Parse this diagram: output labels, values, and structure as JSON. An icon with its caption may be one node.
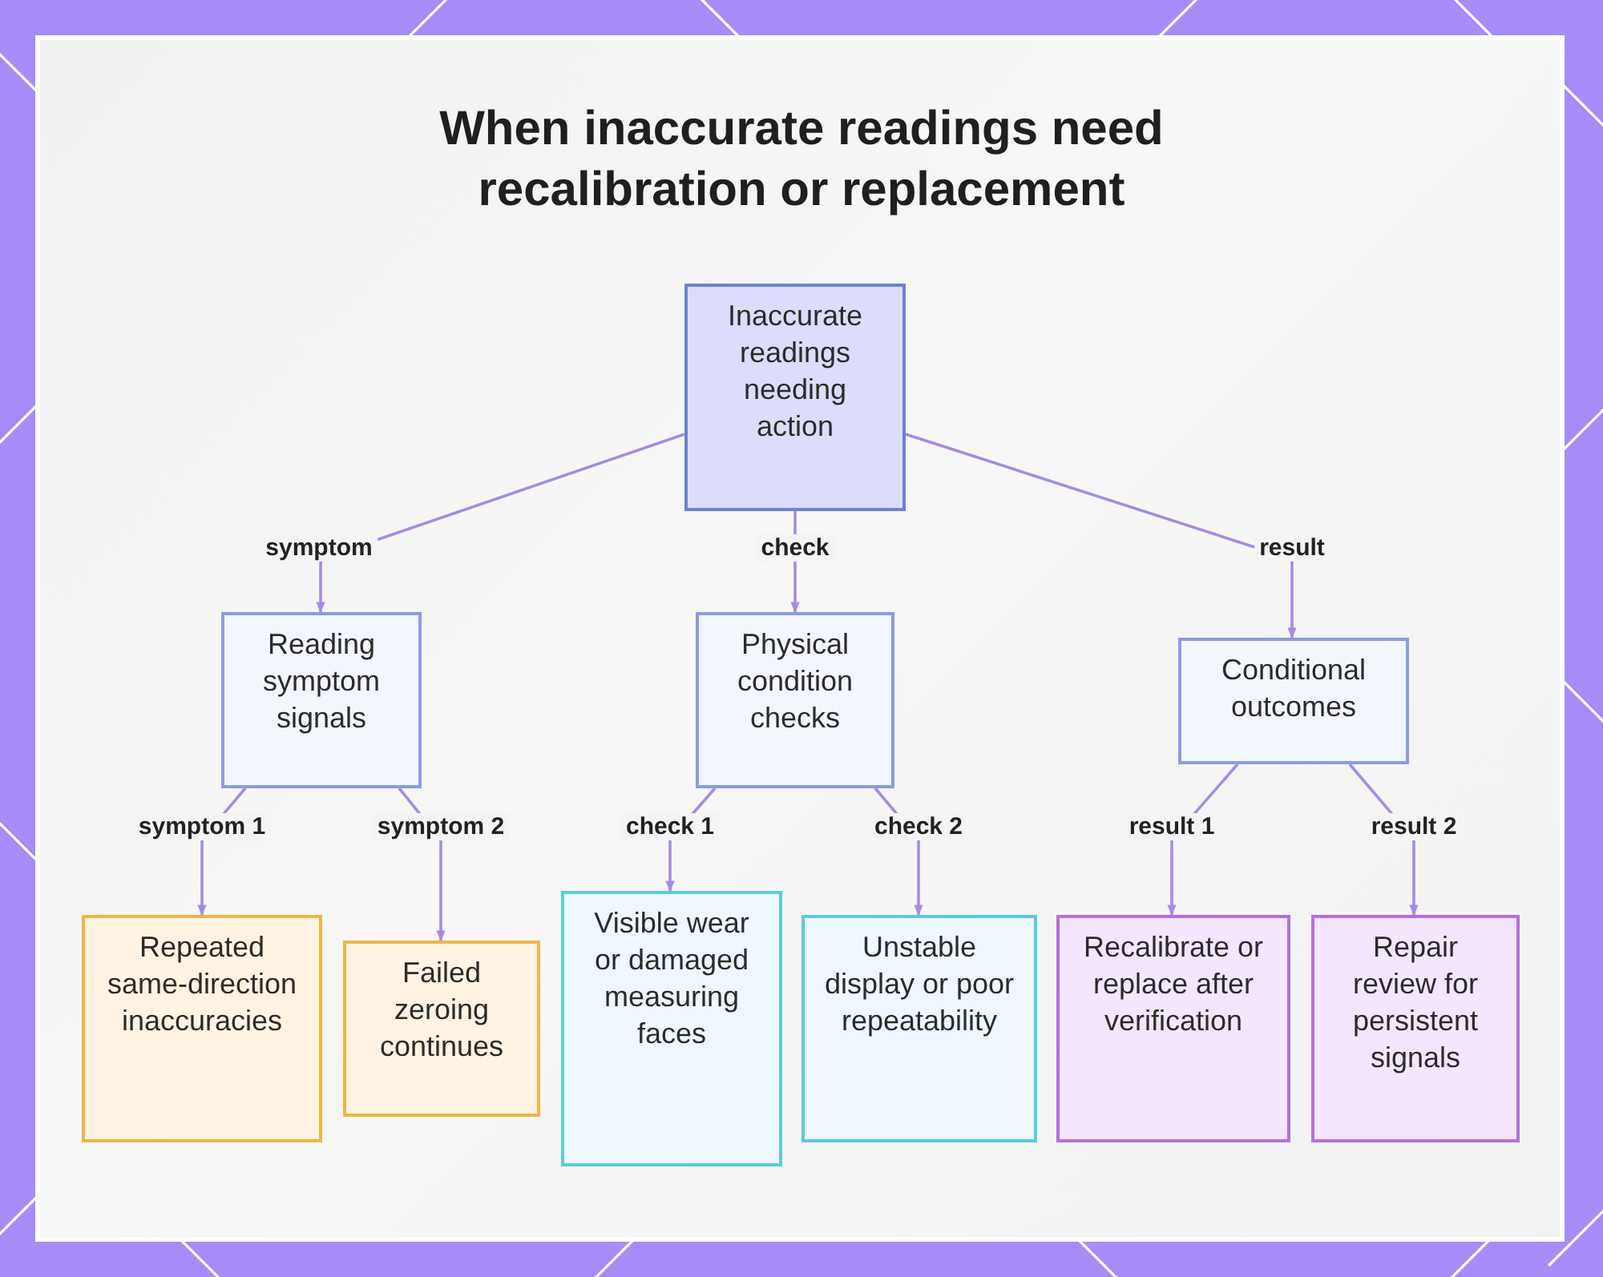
{
  "diagram": {
    "title": "When inaccurate readings need recalibration or replacement",
    "nodes": [
      {
        "text": [
          "Inaccurate readings needing action"
        ]
      },
      {
        "text": [
          "Reading symptom signals"
        ]
      },
      {
        "text": [
          "Physical condition checks"
        ]
      },
      {
        "text": [
          "Conditional outcomes"
        ]
      },
      {
        "text": [
          "Repeated same-direction inaccuracies"
        ]
      },
      {
        "text": [
          "Failed zeroing continues"
        ]
      },
      {
        "text": [
          "Visible wear or damaged measuring faces"
        ]
      },
      {
        "text": [
          "Unstable display or poor repeatability"
        ]
      },
      {
        "text": [
          "Recalibrate or replace after verification"
        ]
      },
      {
        "text": [
          "Repair review for persistent signals"
        ]
      }
    ],
    "edges": [
      {
        "from": 0,
        "to": 1,
        "arrow": "to",
        "label": "symptom"
      },
      {
        "from": 0,
        "to": 2,
        "arrow": "to",
        "label": "check"
      },
      {
        "from": 0,
        "to": 3,
        "arrow": "to",
        "label": "result"
      },
      {
        "from": 1,
        "to": 4,
        "arrow": "to",
        "label": "symptom 1"
      },
      {
        "from": 1,
        "to": 5,
        "arrow": "to",
        "label": "symptom 2"
      },
      {
        "from": 2,
        "to": 6,
        "arrow": "to",
        "label": "check 1"
      },
      {
        "from": 2,
        "to": 7,
        "arrow": "to",
        "label": "check 2"
      },
      {
        "from": 3,
        "to": 8,
        "arrow": "to",
        "label": "result 1"
      },
      {
        "from": 3,
        "to": 9,
        "arrow": "to",
        "label": "result 2"
      }
    ]
  }
}
